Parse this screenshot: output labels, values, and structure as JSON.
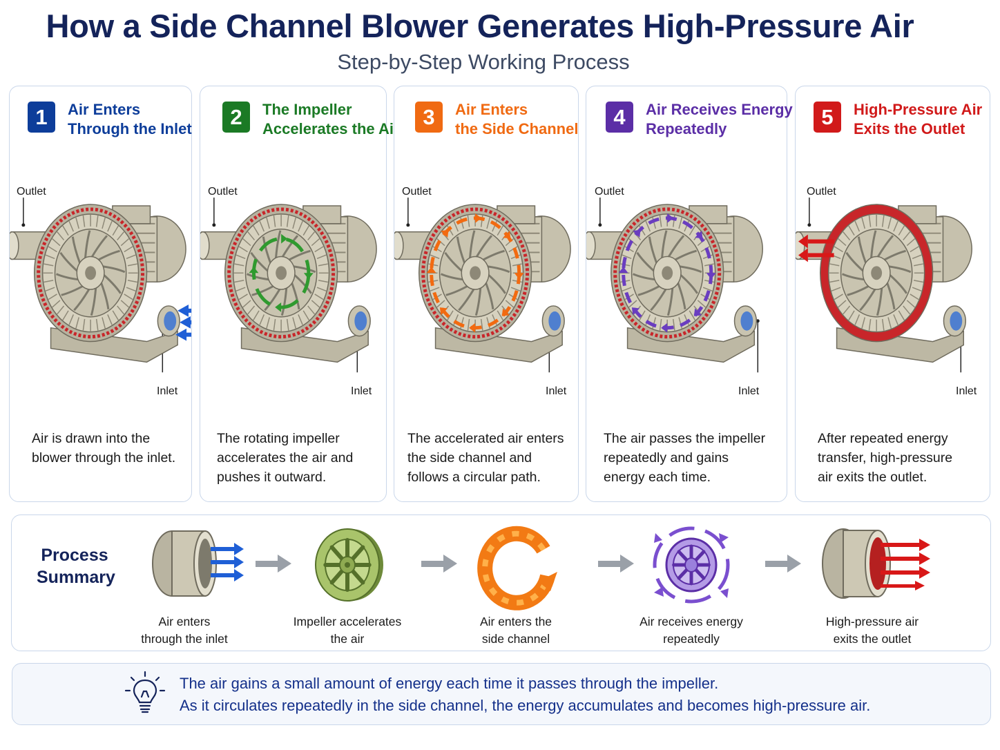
{
  "header": {
    "title": "How a Side Channel Blower Generates High-Pressure Air",
    "subtitle": "Step-by-Step Working Process"
  },
  "labels": {
    "outlet": "Outlet",
    "inlet": "Inlet"
  },
  "steps": [
    {
      "number": "1",
      "title_line1": "Air Enters",
      "title_line2": "Through the Inlet",
      "color": "#0d3d9a",
      "desc": [
        "Air is drawn into the",
        "blower through the inlet."
      ],
      "arrow_color": "#1f5fd6",
      "arrow_icon": "blue-inflow-arrows"
    },
    {
      "number": "2",
      "title_line1": "The Impeller",
      "title_line2": "Accelerates the Air",
      "color": "#1b7a25",
      "desc": [
        "The rotating impeller",
        "accelerates the air and",
        "pushes it outward."
      ],
      "arrow_color": "#2f9a2f",
      "arrow_icon": "green-rotation-arrows"
    },
    {
      "number": "3",
      "title_line1": "Air Enters",
      "title_line2": "the Side Channel",
      "color": "#f06a12",
      "desc": [
        "The accelerated air enters",
        "the side channel and",
        "follows a circular path."
      ],
      "arrow_color": "#f26a10",
      "arrow_icon": "orange-channel-arrows"
    },
    {
      "number": "4",
      "title_line1": "Air Receives Energy",
      "title_line2": "Repeatedly",
      "color": "#5b2ea6",
      "desc": [
        "The air passes the impeller",
        "repeatedly and gains",
        "energy each time."
      ],
      "arrow_color": "#6a3dc0",
      "arrow_icon": "purple-loop-arrows"
    },
    {
      "number": "5",
      "title_line1": "High-Pressure Air",
      "title_line2": "Exits the Outlet",
      "color": "#d11a1a",
      "desc": [
        "After repeated energy",
        "transfer, high-pressure",
        "air exits the outlet."
      ],
      "arrow_color": "#d81818",
      "arrow_icon": "red-outflow-arrows"
    }
  ],
  "summary": {
    "title_line1": "Process",
    "title_line2": "Summary",
    "items": [
      {
        "cap1": "Air enters",
        "cap2": "through the inlet",
        "icon": "inlet-pipe-icon"
      },
      {
        "cap1": "Impeller accelerates",
        "cap2": "the air",
        "icon": "impeller-wheel-icon"
      },
      {
        "cap1": "Air enters the",
        "cap2": "side channel",
        "icon": "circular-channel-icon"
      },
      {
        "cap1": "Air receives energy",
        "cap2": "repeatedly",
        "icon": "rotating-wheel-icon"
      },
      {
        "cap1": "High-pressure air",
        "cap2": "exits the outlet",
        "icon": "outlet-pipe-icon"
      }
    ]
  },
  "note": {
    "line1": "The air gains a small amount of energy each time it passes through the impeller.",
    "line2": "As it circulates repeatedly in the side channel, the energy accumulates and becomes high-pressure air.",
    "icon": "lightbulb-icon"
  },
  "colors": {
    "navy": "#14235a",
    "border": "#c9d6ea",
    "metal": "#c9c4b0",
    "metal_dark": "#8d8877",
    "casing_red": "#c8262a"
  }
}
